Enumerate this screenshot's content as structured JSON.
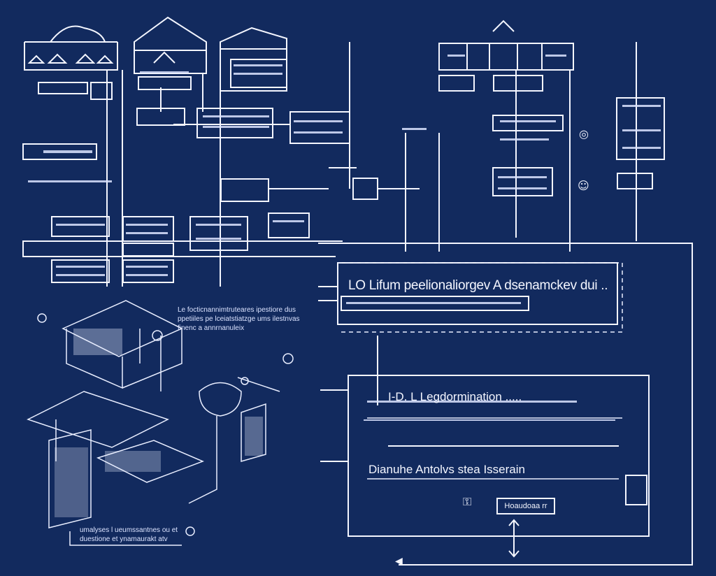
{
  "diagram": {
    "main_box": {
      "title": "LO Lifum peelionaliorgev A dsenamckev dui .."
    },
    "legend_box": {
      "title": "I-D. L Legdormination ....."
    },
    "diagram_box": {
      "title": "Dianuhe Antolvs stea Isserain"
    },
    "badge": {
      "label": "Hoaudoaa rr"
    },
    "isometric_panel": {
      "caption_top": "Le focticnannimtruteares ipestiore dus ppetiiles pe lceiatstiatzge ums ilestnvas finenc a annrnanuleix",
      "caption_bottom": "umalyses l ueumssantnes ou et duestione et ynamaurakt atv"
    },
    "icons": [
      "lock-icon",
      "shield-icon",
      "user-icon",
      "arrow-icon"
    ]
  }
}
